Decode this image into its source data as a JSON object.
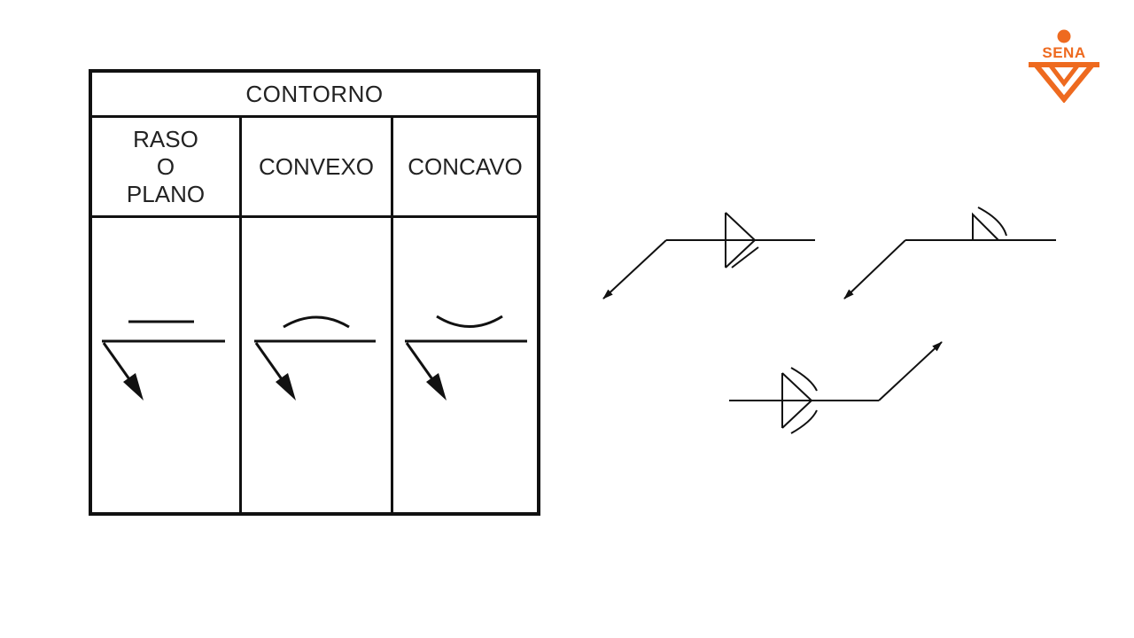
{
  "table": {
    "title": "CONTORNO",
    "columns": [
      {
        "label": "RASO\nO\nPLANO",
        "symbol": "flat"
      },
      {
        "label": "CONVEXO",
        "symbol": "convex"
      },
      {
        "label": "CONCAVO",
        "symbol": "concave"
      }
    ]
  },
  "logo": {
    "text": "SENA",
    "color": "#ee6a1f"
  },
  "colors": {
    "line": "#111111",
    "background": "#ffffff"
  }
}
